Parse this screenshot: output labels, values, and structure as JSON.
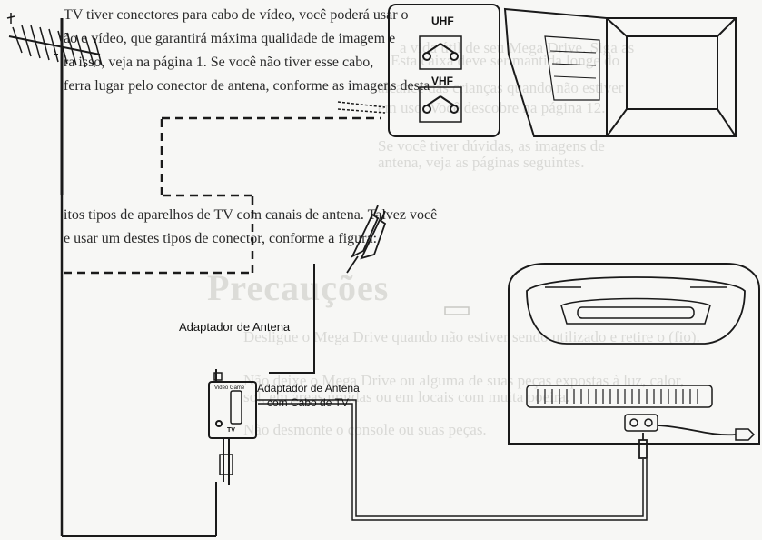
{
  "text": {
    "line1": "TV tiver conectores para cabo de vídeo, você poderá usar o",
    "line2": "ão e vídeo, que garantirá máxima qualidade de imagem e",
    "line3": "ra isso, veja na página 1. Se você não tiver esse cabo,",
    "line4": "ferra lugar pelo conector de antena, conforme as imagens desta",
    "line5": "itos tipos de aparelhos de TV com canais de antena. Talvez você",
    "line6": "e usar um destes tipos de conector, conforme a figura:",
    "bleed1": "a vida útil de seu Mega Drive. Siga as",
    "bleed2": "Esta caixa deve ser mantida longe do",
    "bleed3": "alcance das crianças quando não estiver",
    "bleed4": "em uso. Você descobre na página 12.",
    "bleed5": "Se você tiver dúvidas, as imagens de",
    "bleed6": "antena, veja as páginas seguintes.",
    "bleed_heading": "Precauções",
    "bleed_b1": "Desligue o Mega Drive quando não estiver sendo utilizado e retire o (fio).",
    "bleed_b2": "Não deixe o Mega Drive ou alguma de suas peças expostas à luz, calor,",
    "bleed_b3": "sol, em áreas úmidas ou em locais com muita poeira.",
    "bleed_b4": "Não desmonte o console ou suas peças."
  },
  "labels": {
    "uhf": "UHF",
    "vhf": "VHF",
    "adapter_title": "Adaptador de Antena",
    "adapter_cable": "Adaptador de Antena",
    "cable_tv": "com Cabo de TV",
    "switch_top": "Video Game",
    "switch_tv": "TV"
  }
}
